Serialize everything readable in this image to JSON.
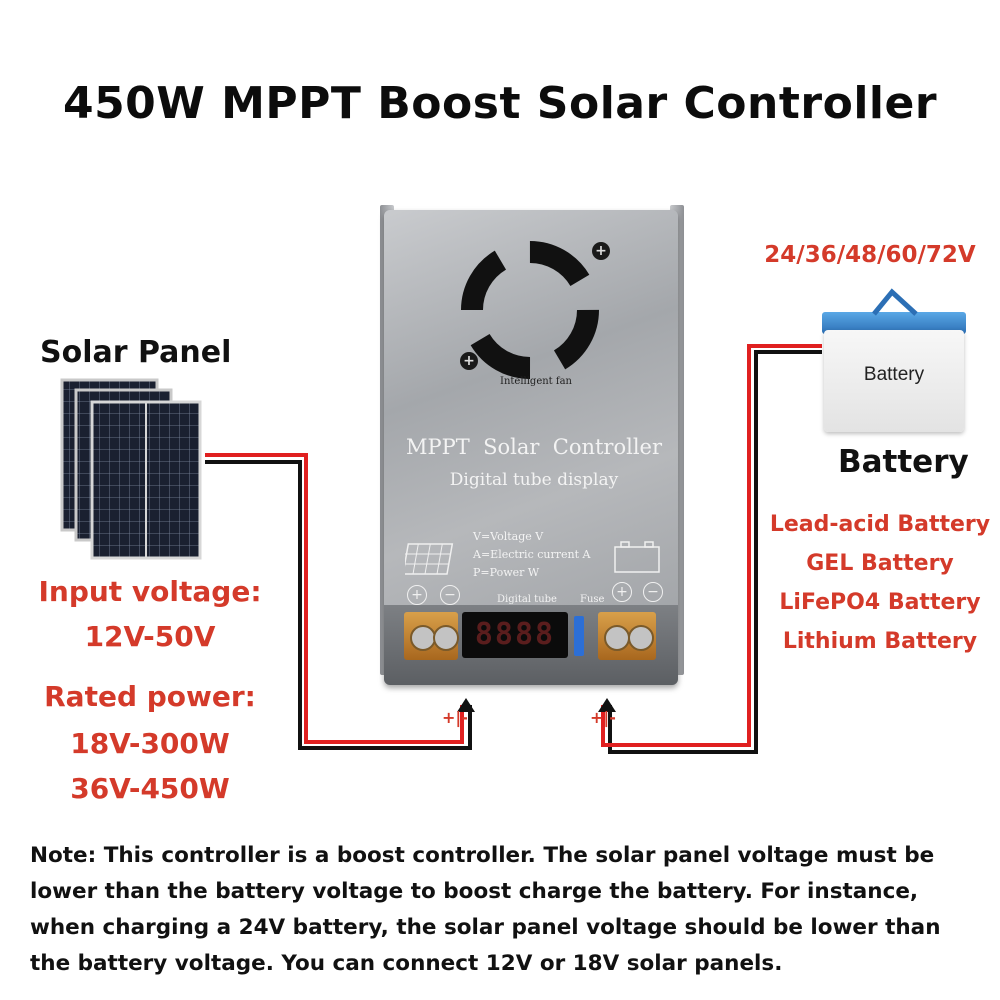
{
  "title": "450W MPPT  Boost Solar Controller",
  "solar": {
    "heading": "Solar Panel",
    "input_label": "Input voltage:",
    "input_value": "12V-50V",
    "rated_label": "Rated power:",
    "rated_1": "18V-300W",
    "rated_2": "36V-450W"
  },
  "battery": {
    "voltages": "24/36/48/60/72V",
    "icon_text": "Battery",
    "heading": "Battery",
    "types": [
      "Lead-acid Battery",
      "GEL Battery",
      "LiFePO4 Battery",
      "Lithium Battery"
    ]
  },
  "device": {
    "fan_label": "Intelligent fan",
    "name": "MPPT  Solar  Controller",
    "subtitle": "Digital tube display",
    "legend": [
      "V=Voltage V",
      "A=Electric current A",
      "P=Power W"
    ],
    "digital_tube_label": "Digital tube",
    "fuse_label": "Fuse",
    "display_readout": "8888"
  },
  "polarity": {
    "left": "+|-",
    "right": "+|-"
  },
  "note": "Note: This controller is a boost controller. The solar panel voltage must be lower than the battery voltage to boost charge the battery. For instance, when charging a 24V battery, the solar panel voltage should be lower than the battery voltage. You can connect 12V or 18V solar panels.",
  "colors": {
    "accent_red": "#d43a2a",
    "wire_red": "#e02020",
    "wire_black": "#111111",
    "device_grey": "#a4a7ab"
  }
}
